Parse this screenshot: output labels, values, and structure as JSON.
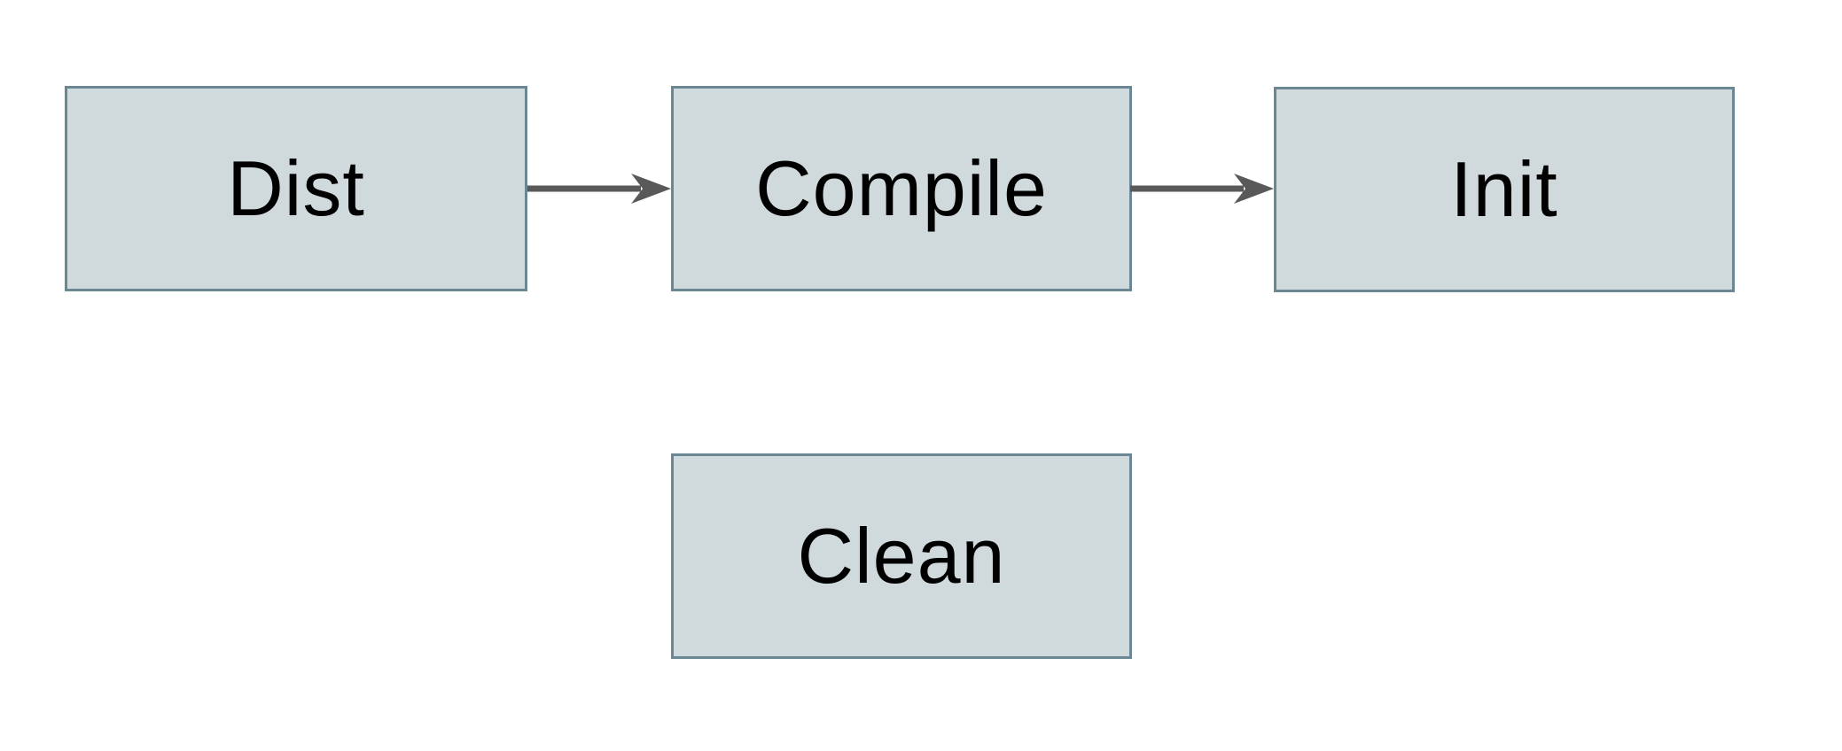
{
  "diagram": {
    "nodes": [
      {
        "id": "dist",
        "label": "Dist"
      },
      {
        "id": "compile",
        "label": "Compile"
      },
      {
        "id": "init",
        "label": "Init"
      },
      {
        "id": "clean",
        "label": "Clean"
      }
    ],
    "edges": [
      {
        "from": "Dist",
        "to": "Compile",
        "direction": "right",
        "style": "solid"
      },
      {
        "from": "Compile",
        "to": "Init",
        "direction": "right",
        "style": "solid"
      }
    ]
  },
  "colors": {
    "background": "#ffffff",
    "node_fill": "#d0d9dc",
    "node_border": "#6c8794",
    "node_text": "#000000",
    "arrow": "#595959"
  }
}
